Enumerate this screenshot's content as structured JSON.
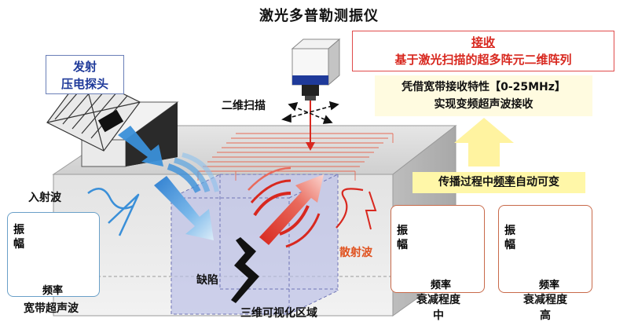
{
  "title": "激光多普勒测振仪",
  "emitter": {
    "line1": "发射",
    "line2": "压电探头"
  },
  "receiver": {
    "title": "接收",
    "subtitle": "基于激光扫描的超多阵元二维阵列"
  },
  "spec": {
    "line1": "凭借宽带接收特性【0-25MHz】",
    "line2": "实现变频超声波接收"
  },
  "propagation": {
    "prefix": "传播过程中",
    "highlight": "频率",
    "suffix": "自动可变"
  },
  "labels": {
    "scan2d": "二维扫描",
    "incident": "入射波",
    "scattered": "散射波",
    "defect": "缺陷",
    "region3d": "三维可视化区域"
  },
  "graph_left": {
    "ylabel_1": "振",
    "ylabel_2": "幅",
    "xlabel": "频率",
    "caption": "宽带超声波"
  },
  "graph_mid": {
    "ylabel_1": "振",
    "ylabel_2": "幅",
    "xlabel": "频率",
    "caption_1": "衰减程度",
    "caption_2": "中"
  },
  "graph_right": {
    "ylabel_1": "振",
    "ylabel_2": "幅",
    "xlabel": "频率",
    "caption_1": "衰减程度",
    "caption_2": "高"
  },
  "colors": {
    "red": "#d8281f",
    "blue": "#1f3a9a",
    "arrow_yellow": "#fff3a0",
    "wave_blue": "#3a8fd8",
    "block_gray": "#d9d9d9"
  }
}
